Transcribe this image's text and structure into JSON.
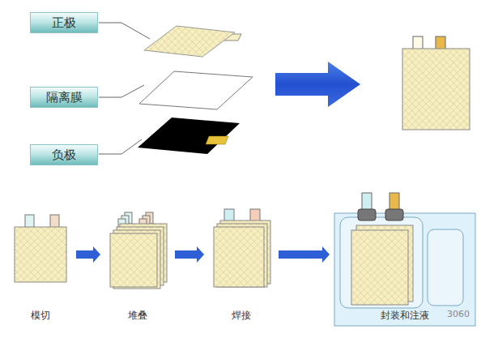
{
  "diagram": {
    "nodes": [
      {
        "text": [
          "正极"
        ]
      },
      {
        "text": [
          "隔离膜"
        ]
      },
      {
        "text": [
          "负极"
        ]
      },
      {
        "text": [
          "模切"
        ]
      },
      {
        "text": [
          "堆叠"
        ]
      },
      {
        "text": [
          "焊接"
        ]
      },
      {
        "text": [
          "封装和注液"
        ]
      }
    ],
    "edges": [
      {
        "from": 3,
        "to": 4,
        "arrow": "to"
      },
      {
        "from": 4,
        "to": 5,
        "arrow": "to"
      },
      {
        "from": 5,
        "to": 6,
        "arrow": "to"
      }
    ],
    "labels": [
      "3060"
    ]
  }
}
